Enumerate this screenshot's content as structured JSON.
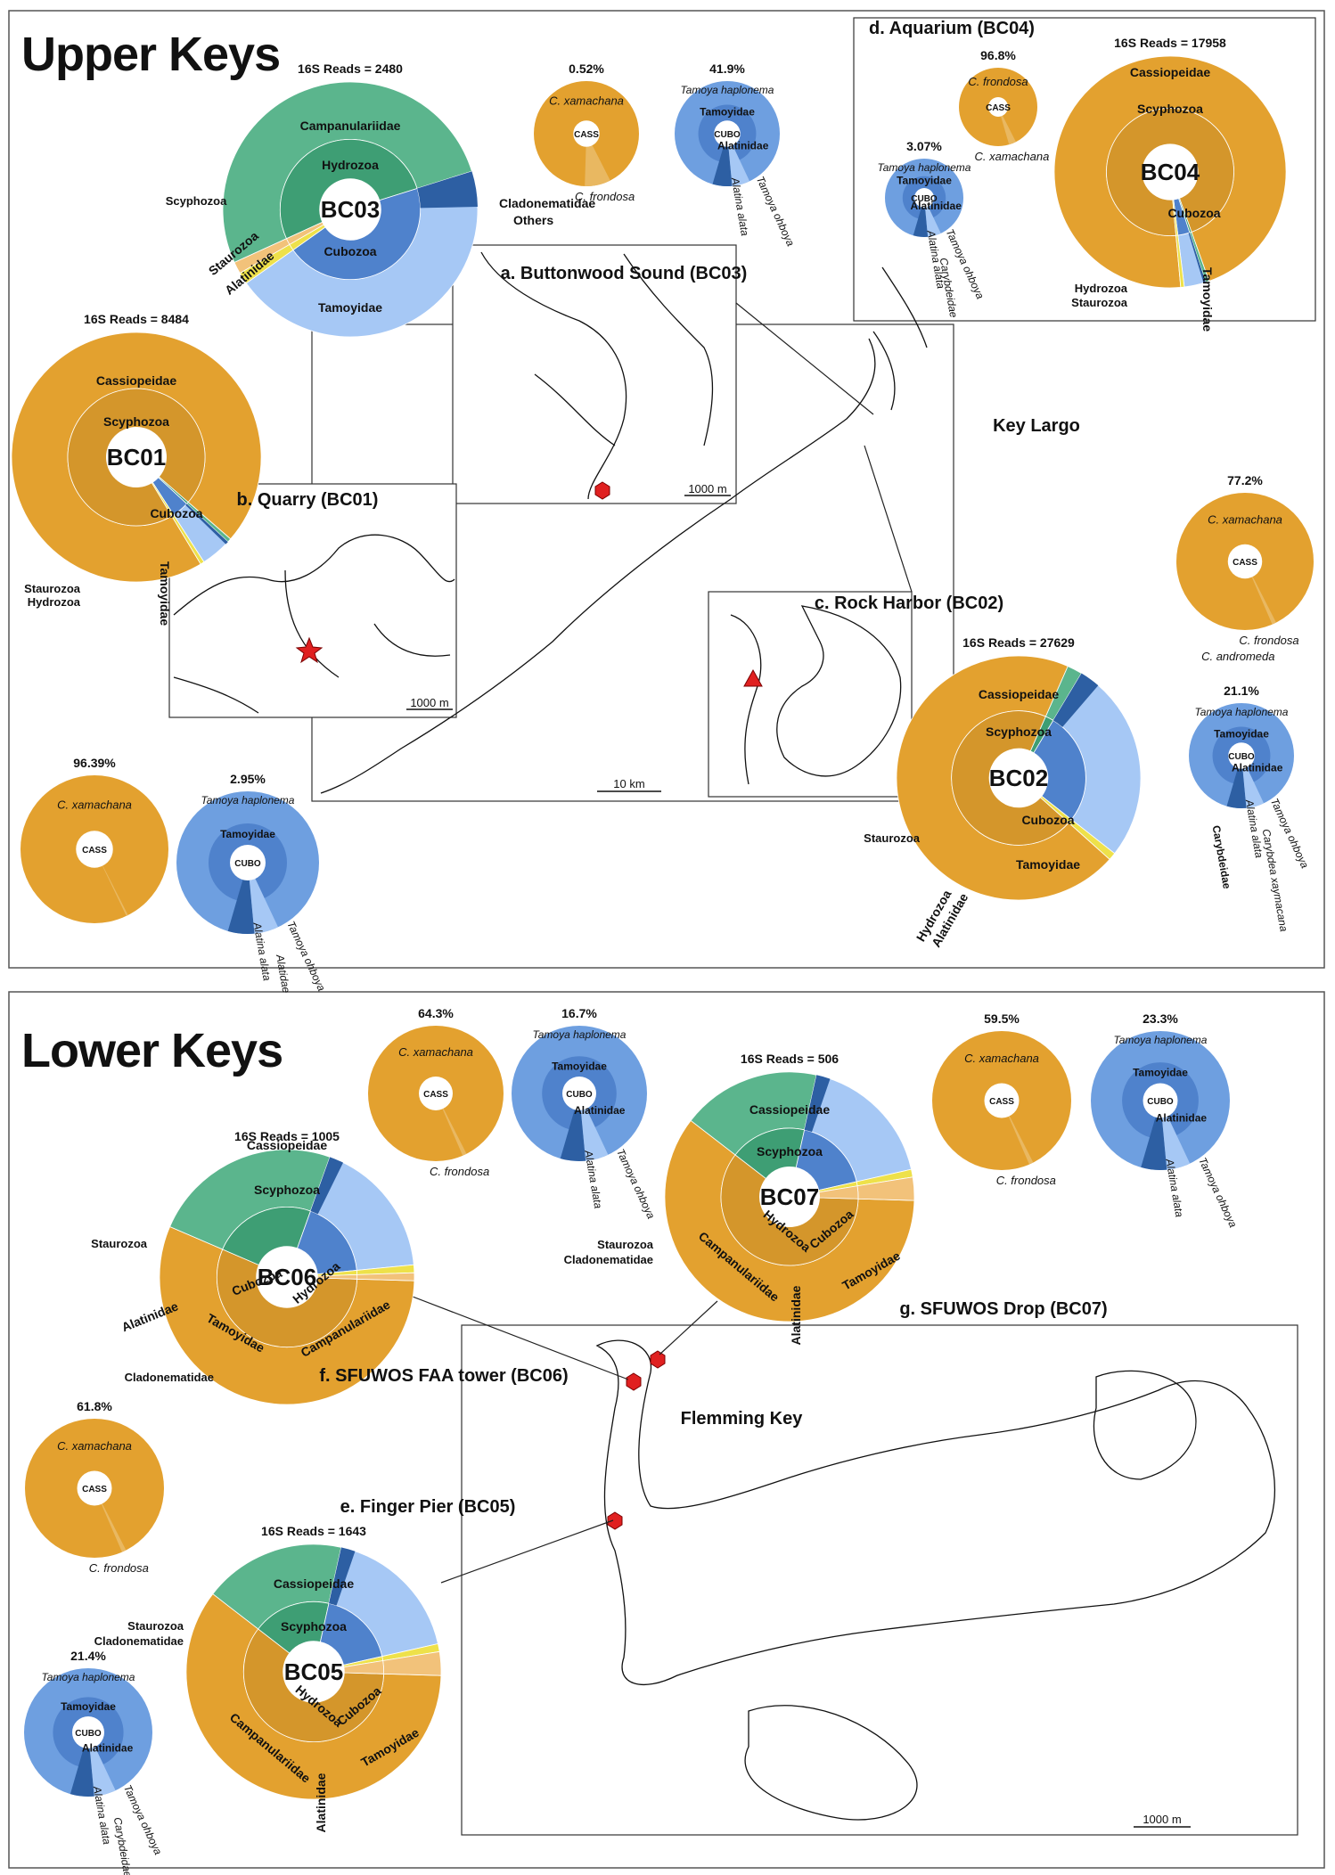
{
  "panels": {
    "upper": {
      "title": "Upper Keys"
    },
    "lower": {
      "title": "Lower Keys"
    }
  },
  "colors": {
    "scyphozoa": "#E3A12F",
    "scyphozoa_inner": "#D4962B",
    "hydrozoa": "#5BB58D",
    "hydrozoa_inner": "#3E9E74",
    "cubozoa": "#6E9FE0",
    "cubozoa_inner": "#4F82CC",
    "tamoyidae": "#A6C8F5",
    "alatinidae": "#2D5FA3",
    "staurozoa": "#EEE14A",
    "cladonematidae": "#8ED6A0",
    "others": "#F2C27A",
    "marker": "#E02020",
    "text": "#111111"
  },
  "sites": [
    {
      "id": "BC03",
      "reads": "16S Reads = 2480",
      "fractions": {
        "scyphozoa": 0.0,
        "hydrozoa": 0.52,
        "cubozoa": 0.45,
        "staurozoa": 0.015,
        "others": 0.015
      },
      "labels": [
        "Campanulariidae",
        "Hydrozoa",
        "Cubozoa",
        "Tamoyidae",
        "Cladonematidae",
        "Others",
        "Scyphozoa",
        "Staurozoa",
        "Alatinidae"
      ]
    },
    {
      "id": "BC01",
      "reads": "16S Reads = 8484",
      "fractions": {
        "scyphozoa": 0.95,
        "hydrozoa": 0.005,
        "cubozoa": 0.04,
        "staurozoa": 0.005
      },
      "labels": [
        "Cassiopeidae",
        "Scyphozoa",
        "Cubozoa",
        "Tamoyidae",
        "Staurozoa",
        "Hydrozoa"
      ]
    },
    {
      "id": "BC04",
      "reads": "16S Reads = 17958",
      "fractions": {
        "scyphozoa": 0.96,
        "cubozoa": 0.03,
        "hydrozoa": 0.005,
        "staurozoa": 0.005
      },
      "labels": [
        "Cassiopeidae",
        "Scyphozoa",
        "Cubozoa",
        "Tamoyidae",
        "Hydrozoa",
        "Staurozoa"
      ]
    },
    {
      "id": "BC02",
      "reads": "16S Reads = 27629",
      "fractions": {
        "scyphozoa": 0.7,
        "hydrozoa": 0.02,
        "cubozoa": 0.27,
        "staurozoa": 0.01
      },
      "labels": [
        "Cassiopeidae",
        "Scyphozoa",
        "Cubozoa",
        "Tamoyidae",
        "Staurozoa",
        "Hydrozoa",
        "Alatinidae"
      ]
    },
    {
      "id": "BC06",
      "reads": "16S Reads = 1005",
      "fractions": {
        "scyphozoa": 0.56,
        "hydrozoa": 0.24,
        "cubozoa": 0.18,
        "staurozoa": 0.01,
        "others": 0.01
      },
      "labels": [
        "Cassiopeidae",
        "Scyphozoa",
        "Cubozoa",
        "Hydrozoa",
        "Campanulariidae",
        "Tamoyidae",
        "Alatinidae",
        "Staurozoa",
        "Cladonematidae"
      ]
    },
    {
      "id": "BC07",
      "reads": "16S Reads = 506",
      "fractions": {
        "scyphozoa": 0.6,
        "hydrozoa": 0.18,
        "cubozoa": 0.18,
        "staurozoa": 0.01,
        "others": 0.03
      },
      "labels": [
        "Cassiopeidae",
        "Scyphozoa",
        "Hydrozoa",
        "Cubozoa",
        "Campanulariidae",
        "Tamoyidae",
        "Alatinidae",
        "Staurozoa",
        "Cladonematidae"
      ]
    },
    {
      "id": "BC05",
      "reads": "16S Reads = 1643",
      "fractions": {
        "scyphozoa": 0.6,
        "hydrozoa": 0.18,
        "cubozoa": 0.18,
        "staurozoa": 0.01,
        "others": 0.03
      },
      "labels": [
        "Cassiopeidae",
        "Scyphozoa",
        "Hydrozoa",
        "Cubozoa",
        "Campanulariidae",
        "Tamoyidae",
        "Alatinidae",
        "Staurozoa",
        "Cladonematidae"
      ]
    }
  ],
  "mini_charts": [
    {
      "pct": "0.52%",
      "center": "CASS",
      "species": [
        "C. xamachana",
        "C. frondosa"
      ]
    },
    {
      "pct": "41.9%",
      "center": "CUBO",
      "species": [
        "Tamoya haplonema",
        "Tamoyidae",
        "Alatinidae",
        "Tamoya ohboya",
        "Alatina alata"
      ]
    },
    {
      "pct": "96.8%",
      "center": "CASS",
      "species": [
        "C. frondosa",
        "C. xamachana"
      ]
    },
    {
      "pct": "3.07%",
      "center": "CUBO",
      "species": [
        "Tamoya haplonema",
        "Tamoyidae",
        "Alatinidae",
        "Tamoya ohboya",
        "Alatina alata",
        "Carybdeidae"
      ]
    },
    {
      "pct": "77.2%",
      "center": "CASS",
      "species": [
        "C. xamachana",
        "C. frondosa",
        "C. andromeda"
      ]
    },
    {
      "pct": "21.1%",
      "center": "CUBO",
      "species": [
        "Tamoya haplonema",
        "Tamoyidae",
        "Alatinidae",
        "Tamoya ohboya",
        "Alatina alata",
        "Carybdea xaymacana",
        "Carybdeidae"
      ]
    },
    {
      "pct": "96.39%",
      "center": "CASS",
      "species": [
        "C. xamachana"
      ]
    },
    {
      "pct": "2.95%",
      "center": "CUBO",
      "species": [
        "Tamoya haplonema",
        "Tamoyidae",
        "Tamoya ohboya",
        "Alatina alata",
        "Alatidae"
      ]
    },
    {
      "pct": "64.3%",
      "center": "CASS",
      "species": [
        "C. xamachana",
        "C. frondosa"
      ]
    },
    {
      "pct": "16.7%",
      "center": "CUBO",
      "species": [
        "Tamoya haplonema",
        "Tamoyidae",
        "Alatinidae",
        "Tamoya ohboya",
        "Alatina alata"
      ]
    },
    {
      "pct": "59.5%",
      "center": "CASS",
      "species": [
        "C. xamachana",
        "C. frondosa"
      ]
    },
    {
      "pct": "23.3%",
      "center": "CUBO",
      "species": [
        "Tamoya haplonema",
        "Tamoyidae",
        "Alatinidae",
        "Tamoya ohboya",
        "Alatina alata"
      ]
    },
    {
      "pct": "61.8%",
      "center": "CASS",
      "species": [
        "C. xamachana",
        "C. frondosa"
      ]
    },
    {
      "pct": "21.4%",
      "center": "CUBO",
      "species": [
        "Tamoya haplonema",
        "Tamoyidae",
        "Alatinidae",
        "Tamoya ohboya",
        "Alatina alata",
        "Carybdeidae"
      ]
    }
  ],
  "map_labels": {
    "a": "a. Buttonwood Sound (BC03)",
    "b": "b. Quarry (BC01)",
    "c": "c. Rock Harbor (BC02)",
    "d": "d. Aquarium (BC04)",
    "e": "e. Finger Pier (BC05)",
    "f": "f. SFUWOS FAA tower (BC06)",
    "g": "g. SFUWOS Drop (BC07)",
    "key_largo": "Key Largo",
    "flemming_key": "Flemming Key"
  },
  "scale_bars": {
    "s1000": "1000 m",
    "s10km": "10 km"
  }
}
